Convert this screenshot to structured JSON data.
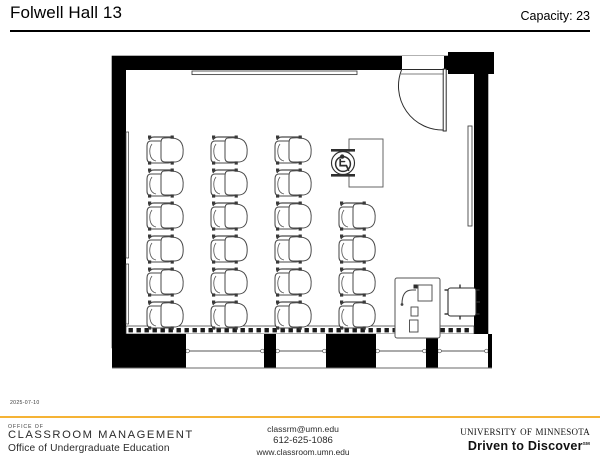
{
  "header": {
    "title": "Folwell Hall 13",
    "capacity_label": "Capacity: 23"
  },
  "plan": {
    "date": "2025-07-10",
    "room_name": "Folwell Hall 13",
    "capacity": 23,
    "seat_columns": [
      {
        "name": "student-seat-column-1",
        "count": 6,
        "type": "tablet-arm-chair"
      },
      {
        "name": "student-seat-column-2",
        "count": 6,
        "type": "tablet-arm-chair"
      },
      {
        "name": "student-seat-column-3",
        "count": 6,
        "type": "tablet-arm-chair"
      },
      {
        "name": "student-seat-column-4",
        "count": 4,
        "type": "tablet-arm-chair"
      }
    ],
    "accessible_positions": 1,
    "instructor_station": "podium-with-monitor",
    "instructor_chair": 1,
    "doors": 1,
    "windows": 4,
    "whiteboards": 2,
    "radiator": "baseboard-radiator-south-wall"
  },
  "footer": {
    "office_of": "OFFICE OF",
    "classroom_management": "CLASSROOM MANAGEMENT",
    "undergraduate_education": "Office of Undergraduate Education",
    "email": "classrm@umn.edu",
    "phone": "612-625-1086",
    "website": "www.classroom.umn.edu",
    "university": "University of Minnesota",
    "tagline": "Driven to Discover",
    "tagline_mark": "SM"
  },
  "colors": {
    "rule_gold": "#f5b335",
    "wall_black": "#000000",
    "furniture_gray": "#555555",
    "text_black": "#000000"
  }
}
